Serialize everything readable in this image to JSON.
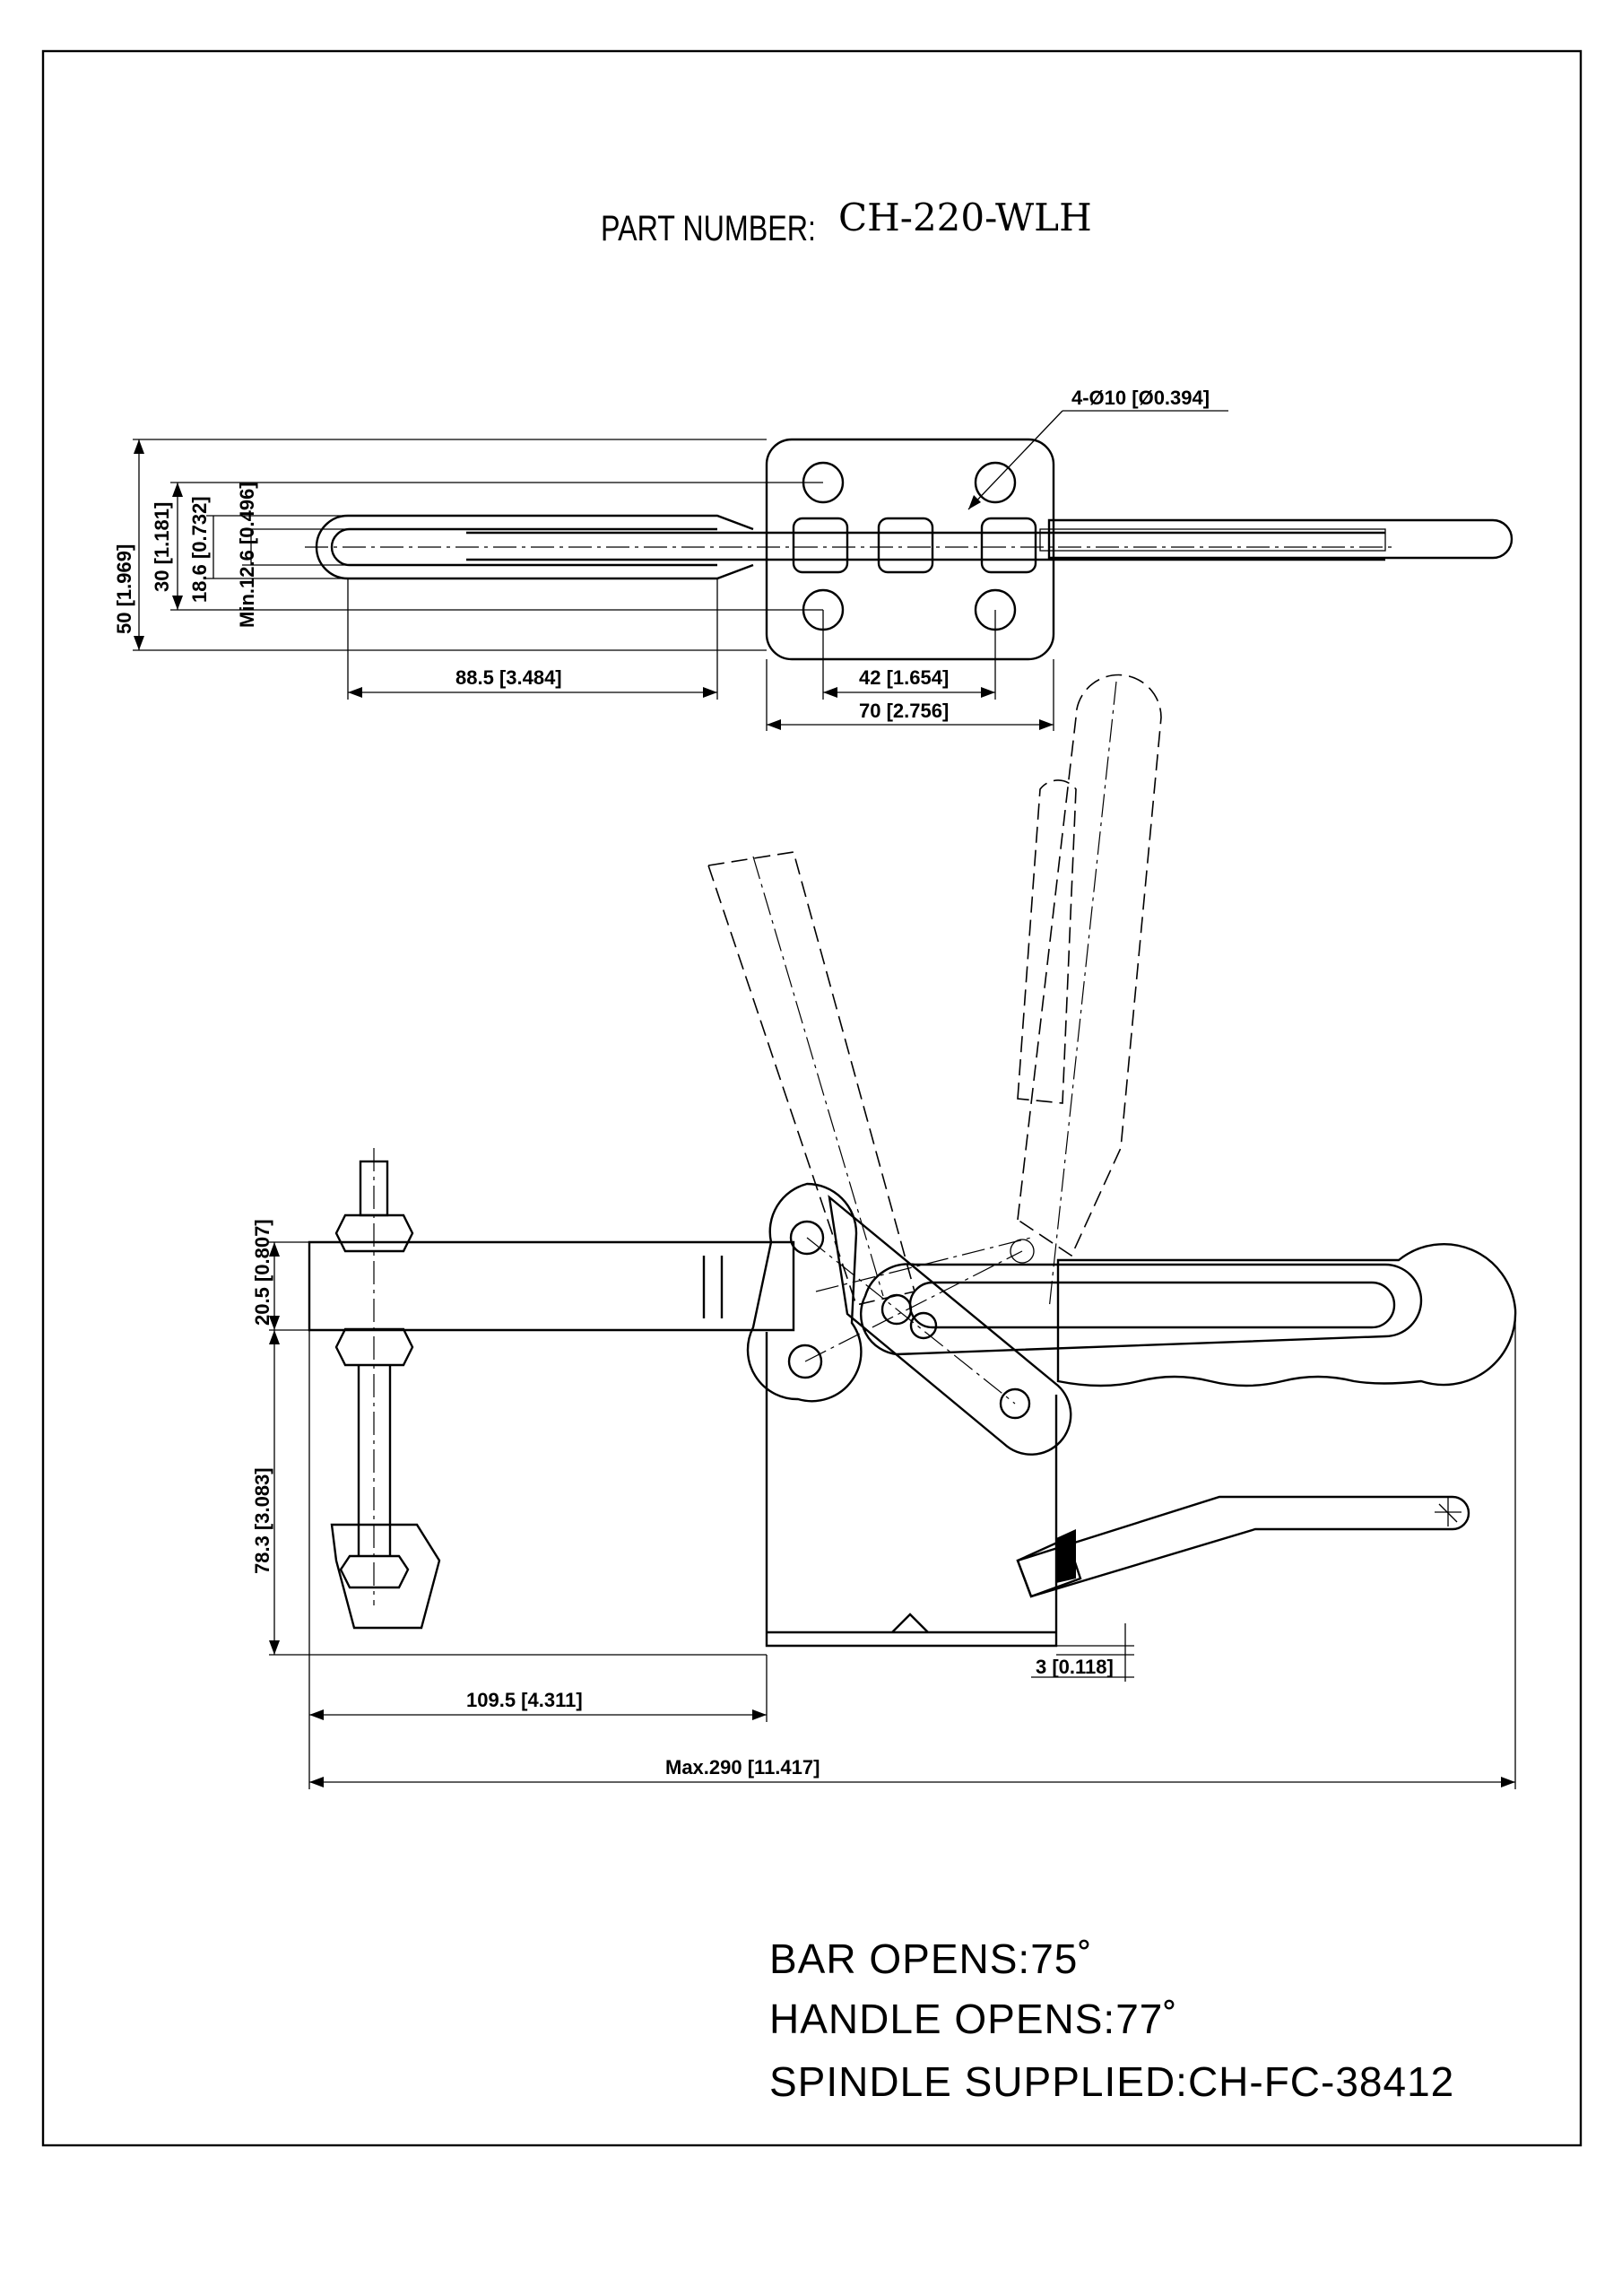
{
  "header": {
    "label": "PART NUMBER:",
    "part_number": "CH-220-WLH"
  },
  "top_view": {
    "hole_callout": "4-Ø10 [Ø0.394]",
    "dim_height_total": "50 [1.969]",
    "dim_hole_spacing_v": "30 [1.181]",
    "dim_bar_width": "18.6 [0.732]",
    "dim_slot_min": "Min.12.6 [0.496]",
    "dim_slot_length": "88.5 [3.484]",
    "dim_hole_spacing_h": "42 [1.654]",
    "dim_base_width": "70 [2.756]"
  },
  "side_view": {
    "dim_bar_thickness": "20.5 [0.807]",
    "dim_height": "78.3 [3.083]",
    "dim_base_offset": "3 [0.118]",
    "dim_reach": "109.5 [4.311]",
    "dim_max_length": "Max.290 [11.417]"
  },
  "notes": {
    "bar_opens": "BAR OPENS:75˚",
    "handle_opens": "HANDLE OPENS:77˚",
    "spindle": "SPINDLE SUPPLIED:CH-FC-38412"
  }
}
